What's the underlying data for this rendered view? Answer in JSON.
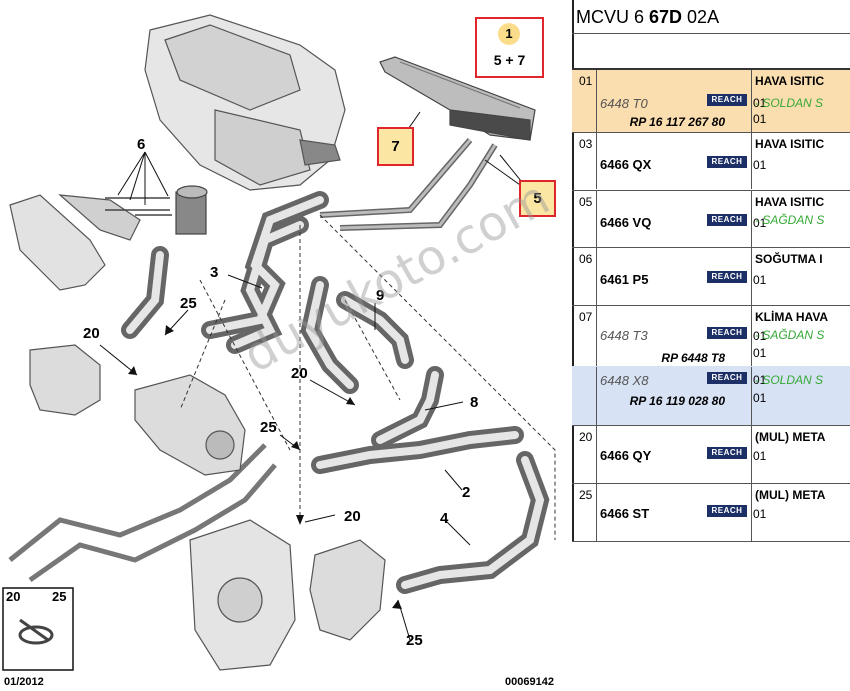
{
  "diagram": {
    "box_labels": {
      "top_number": "1",
      "top_sub": "5 + 7",
      "label_7": "7",
      "label_5": "5"
    },
    "callouts": [
      "6",
      "3",
      "25",
      "20",
      "9",
      "20",
      "8",
      "25",
      "2",
      "20",
      "4",
      "25"
    ],
    "legend": {
      "left": "20",
      "right": "25"
    },
    "date_code": "01/2012",
    "image_code": "00069142",
    "watermark": "duyukoto.com"
  },
  "header": {
    "model_prefix": "MCVU 6 ",
    "model_bold": "67D",
    "model_suffix": " 02A"
  },
  "reach_label": "REACH",
  "colors": {
    "highlight_orange": "#fbdeb0",
    "highlight_blue": "#d7e2f4",
    "reach_badge": "#1c2f66",
    "green_text": "#35a835",
    "red_box": "#e0262a"
  },
  "rows": [
    {
      "ref": "01",
      "part": "6448 T0",
      "rp": "RP 16 117 267 80",
      "qty1": "01",
      "qty2": "01",
      "desc": "HAVA ISITIC",
      "sub": "- SOLDAN S"
    },
    {
      "ref": "03",
      "part": "6466 QX",
      "qty1": "01",
      "desc": "HAVA ISITIC",
      "sub": ""
    },
    {
      "ref": "05",
      "part": "6466 VQ",
      "qty1": "01",
      "desc": "HAVA ISITIC",
      "sub": "- SAĞDAN S"
    },
    {
      "ref": "06",
      "part": "6461 P5",
      "qty1": "01",
      "desc": "SOĞUTMA I",
      "sub": ""
    },
    {
      "ref": "07",
      "part": "6448 T3",
      "rp": "RP 6448 T8",
      "qty1": "01",
      "qty2": "01",
      "desc": "KLİMA HAVA",
      "sub": "- SAĞDAN S"
    },
    {
      "ref": "",
      "part": "6448 X8",
      "rp": "RP 16 119 028 80",
      "qty1": "01",
      "qty2": "01",
      "desc": "",
      "sub": "- SOLDAN S"
    },
    {
      "ref": "20",
      "part": "6466 QY",
      "qty1": "01",
      "desc": "(MUL) META",
      "sub": ""
    },
    {
      "ref": "25",
      "part": "6466 ST",
      "qty1": "01",
      "desc": "(MUL) META",
      "sub": ""
    }
  ]
}
